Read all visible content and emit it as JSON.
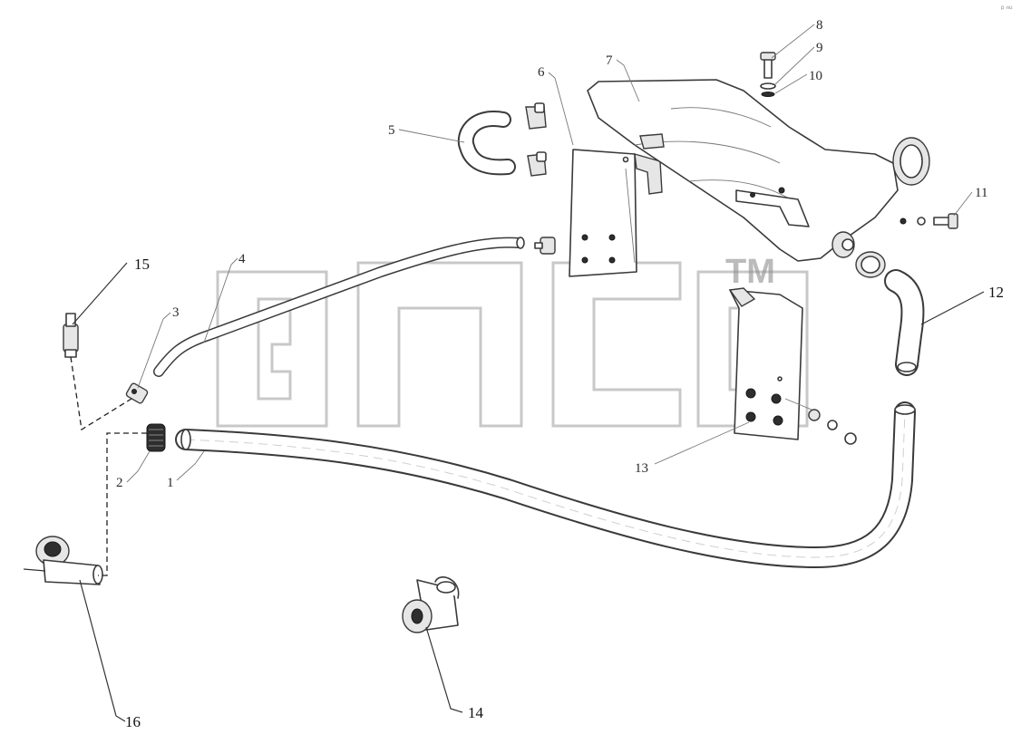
{
  "diagram": {
    "callouts": [
      {
        "id": "c1",
        "label": "1"
      },
      {
        "id": "c2",
        "label": "2"
      },
      {
        "id": "c3",
        "label": "3"
      },
      {
        "id": "c4",
        "label": "4"
      },
      {
        "id": "c5",
        "label": "5"
      },
      {
        "id": "c6",
        "label": "6"
      },
      {
        "id": "c7",
        "label": "7"
      },
      {
        "id": "c8",
        "label": "8"
      },
      {
        "id": "c9",
        "label": "9"
      },
      {
        "id": "c10",
        "label": "10"
      },
      {
        "id": "c11",
        "label": "11"
      },
      {
        "id": "c12",
        "label": "12"
      },
      {
        "id": "c13",
        "label": "13"
      },
      {
        "id": "c14",
        "label": "14"
      },
      {
        "id": "c15",
        "label": "15"
      },
      {
        "id": "c16",
        "label": "16"
      }
    ]
  },
  "watermark": {
    "mark": "TM"
  },
  "corner_mark": "ᵖ ⁿᵘ",
  "colors": {
    "line": "#3a3a3a",
    "watermark": "#9a9a9a",
    "background": "#ffffff"
  }
}
